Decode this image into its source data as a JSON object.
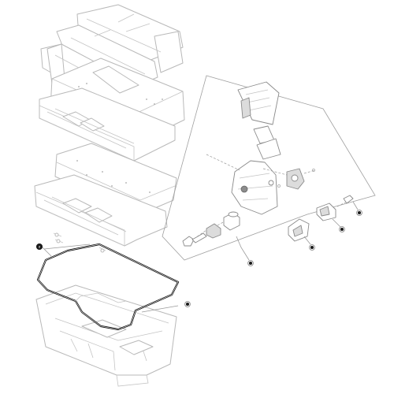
{
  "figure": {
    "callouts": [
      {
        "id": "callout-1",
        "label": "1",
        "highlighted": false
      },
      {
        "id": "callout-2",
        "label": "2",
        "highlighted": true
      },
      {
        "id": "callout-3",
        "label": "3",
        "highlighted": false
      },
      {
        "id": "callout-4",
        "label": "4",
        "highlighted": false
      },
      {
        "id": "callout-5",
        "label": "5",
        "highlighted": false
      },
      {
        "id": "callout-6",
        "label": "6",
        "highlighted": false
      }
    ],
    "colors": {
      "highlight": "#111111",
      "ghost_outline": "#b9b9b9",
      "background": "#ffffff"
    }
  }
}
